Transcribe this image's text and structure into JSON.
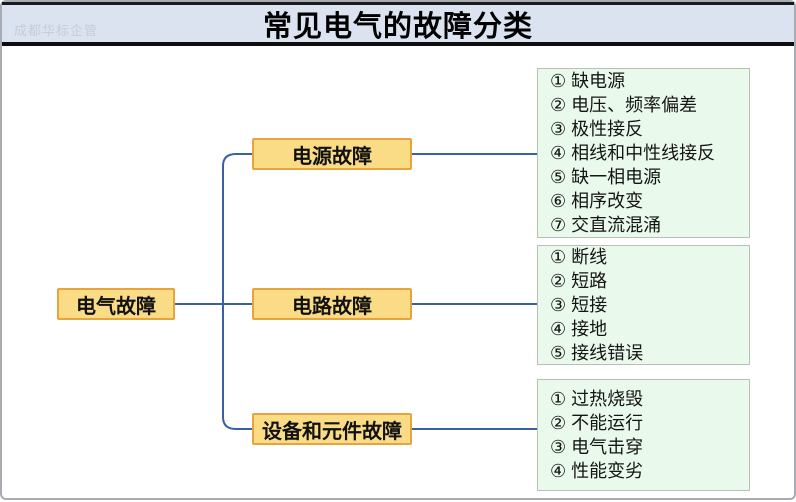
{
  "title": "常见电气的故障分类",
  "watermark": "成都华标企管",
  "root": {
    "label": "电气故障"
  },
  "branches": [
    {
      "label": "电源故障",
      "items": [
        "① 缺电源",
        "② 电压、频率偏差",
        "③ 极性接反",
        "④ 相线和中性线接反",
        "⑤ 缺一相电源",
        "⑥ 相序改变",
        "⑦ 交直流混涌"
      ]
    },
    {
      "label": "电路故障",
      "items": [
        "① 断线",
        "② 短路",
        "③ 短接",
        "④ 接地",
        "⑤ 接线错误"
      ]
    },
    {
      "label": "设备和元件故障",
      "items": [
        "① 过热烧毁",
        "② 不能运行",
        "③ 电气击穿",
        "④ 性能变劣"
      ]
    }
  ],
  "colors": {
    "connector": "#3b5fa3",
    "node_fill": "#fbdc86",
    "node_border": "#e8a43c",
    "leaf_fill": "#e9f9eb",
    "leaf_border": "#b7bfb7",
    "title_fill": "#dbe3f0",
    "title_text": "#000000",
    "outer_border": "#a9abb2",
    "watermark_text": "#c6ccd8"
  }
}
